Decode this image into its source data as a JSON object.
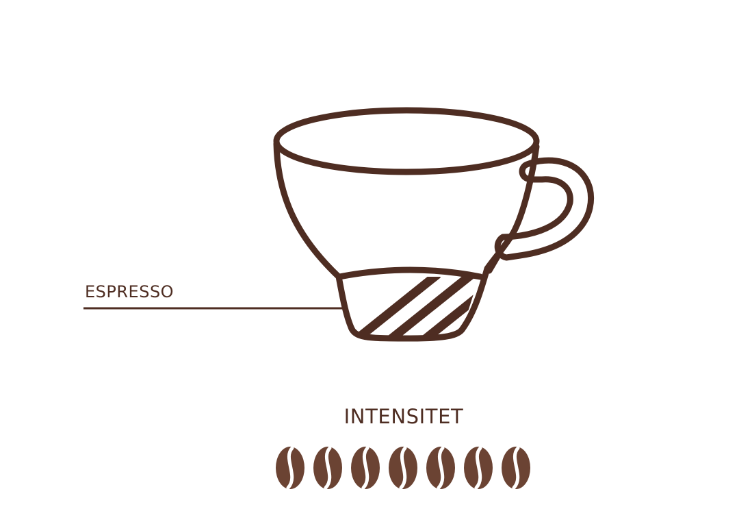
{
  "diagram": {
    "layer_label": "ESPRESSO",
    "intensity_title": "INTENSITET",
    "intensity_level": 7,
    "intensity_max": 7,
    "icon": "coffee-bean-icon"
  },
  "colors": {
    "ink": "#4e2d22",
    "bean": "#6b4333",
    "background": "#ffffff"
  }
}
